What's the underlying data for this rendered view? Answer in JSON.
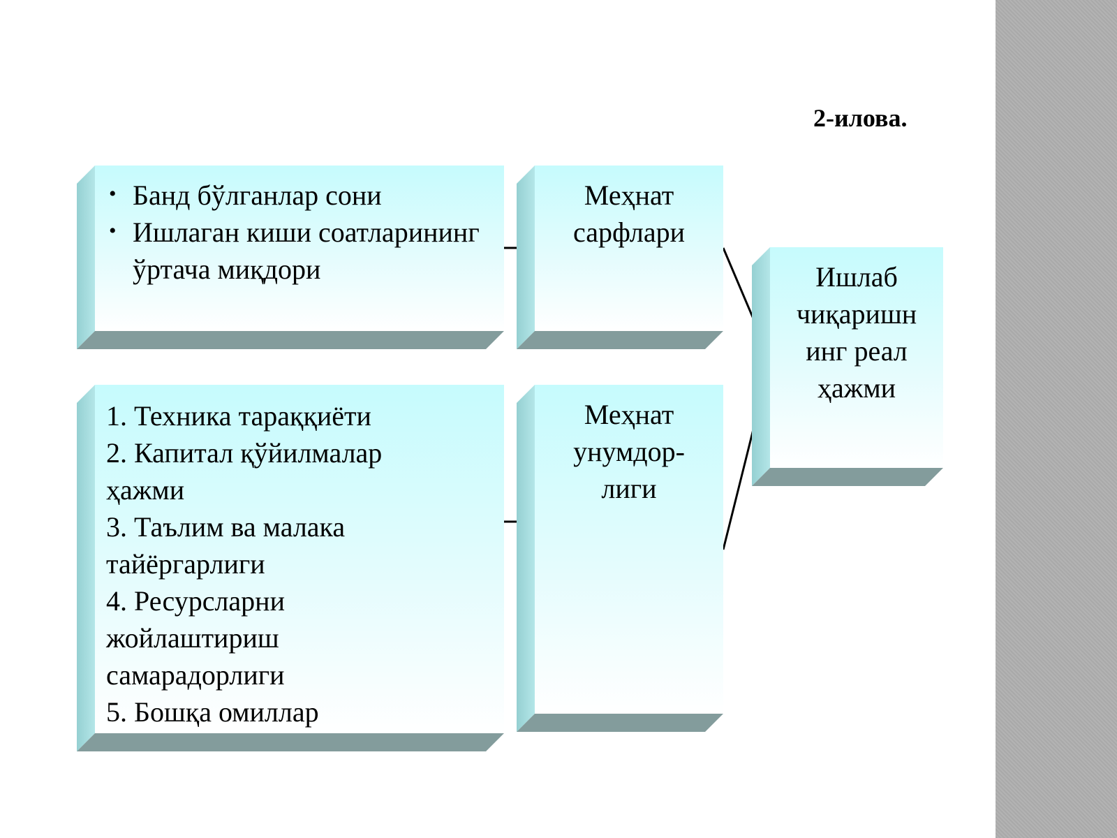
{
  "appendix_label": "2-илова.",
  "labor_input_indicators": {
    "items": [
      {
        "bullet": "•",
        "text": "Банд бўлганлар сони"
      },
      {
        "bullet": "•",
        "text": "Ишлаган киши соатларининг ўртача миқдори"
      }
    ]
  },
  "labor_input": {
    "lines": [
      "Меҳнат",
      "сарфлари"
    ]
  },
  "productivity_factors": {
    "lines": [
      "1. Техника тараққиёти",
      "2. Капитал қўйилмалар",
      "ҳажми",
      "3. Таълим ва малака",
      "тайёргарлиги",
      "4. Ресурсларни",
      "жойлаштириш",
      "самарадорлиги",
      "5. Бошқа омиллар"
    ]
  },
  "labor_productivity": {
    "lines": [
      "Меҳнат",
      "унумдор-",
      "лиги"
    ]
  },
  "real_output": {
    "lines": [
      "Ишлаб",
      "чиқаришн",
      "инг реал",
      "ҳажми"
    ]
  },
  "colors": {
    "box_face_top": "#c6fbfd",
    "box_side": "#95d0d2",
    "box_bottom": "#839c9c",
    "sidebar": "#aeaeae"
  }
}
